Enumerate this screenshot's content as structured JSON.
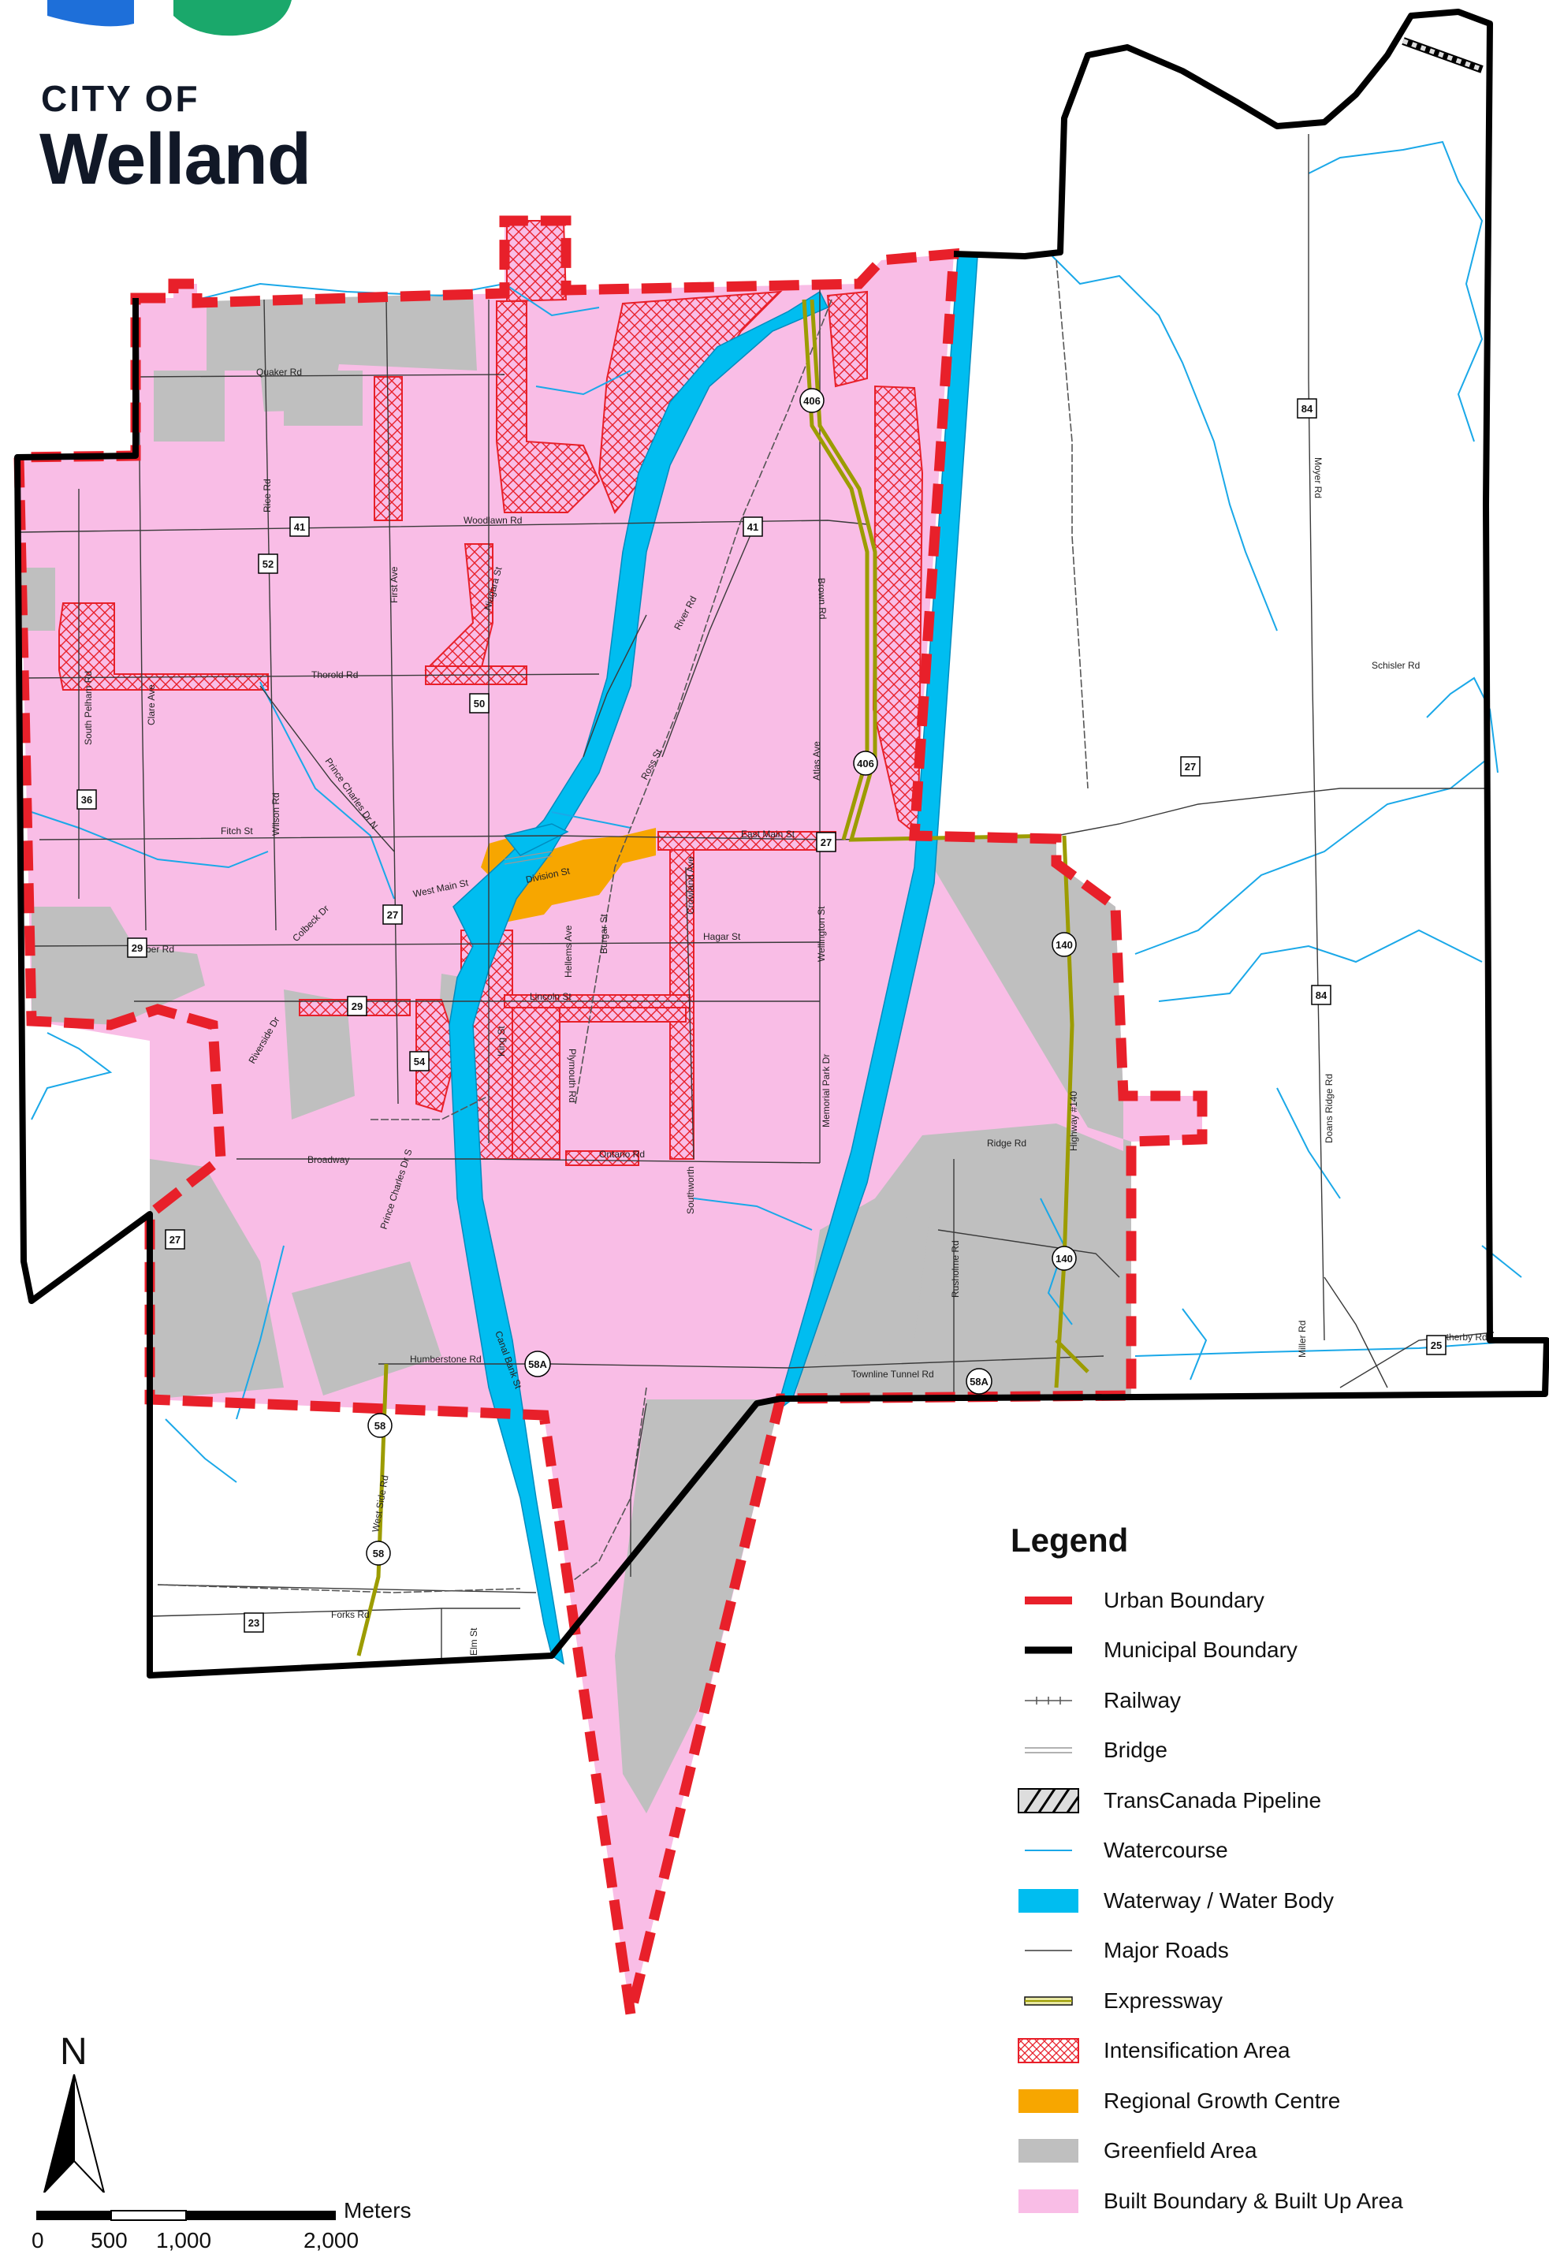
{
  "logo": {
    "city_of": "CITY OF",
    "name": "Welland"
  },
  "colors": {
    "urban_boundary": "#e8202a",
    "municipal_boundary": "#000000",
    "watercourse": "#1aa8e8",
    "waterway": "#00bdf0",
    "intensification": "#e8202a",
    "regional_growth_centre": "#f7a600",
    "greenfield": "#bfbfbf",
    "built_up": "#f9bde6"
  },
  "roads": {
    "quaker": "Quaker Rd",
    "rice": "Rice Rd",
    "woodlawn": "Woodlawn Rd",
    "first_ave": "First Ave",
    "niagara": "Niagara St",
    "thorold": "Thorold Rd",
    "south_pelham": "South Pelham Rd",
    "clare": "Clare Ave",
    "wilson": "Wilson Rd",
    "fitch": "Fitch St",
    "prince_charles_n": "Prince Charles Dr N",
    "colbeck": "Colbeck Dr",
    "west_main": "West Main St",
    "division": "Division St",
    "east_main": "East Main St",
    "aqueduct": "ber Rd",
    "lincoln": "Lincoln St",
    "king": "King St",
    "hellems": "Hellems Ave",
    "burgar": "Burgar St",
    "plymouth": "Plymouth Rd",
    "ontario": "Ontario Rd",
    "riverside": "Riverside Dr",
    "broadway": "Broadway",
    "prince_charles_s": "Prince Charles Dr S",
    "southworth": "Southworth",
    "memorial_park": "Memorial Park Dr",
    "wellington": "Wellington St",
    "river": "River Rd",
    "ross": "Ross St",
    "brown": "Brown Rd",
    "atlas": "Atlas Ave",
    "crowland": "Crowland Ave",
    "hagar": "Hagar St",
    "ridge": "Ridge Rd",
    "highway140": "Highway #140",
    "rusholme": "Rusholme Rd",
    "humberstone": "Humberstone Rd",
    "canal_bank": "Canal Bank St",
    "townline": "Townline Tunnel Rd",
    "west_side": "West Side Rd",
    "forks": "Forks Rd",
    "elm": "Elm St",
    "moyer": "Moyer Rd",
    "schisler": "Schisler Rd",
    "doans_ridge": "Doans Ridge Rd",
    "miller": "Miller Rd",
    "netherby": "etherby Rd"
  },
  "shields": {
    "r41": "41",
    "r52": "52",
    "r50": "50",
    "r36": "36",
    "r27": "27",
    "r29": "29",
    "r54": "54",
    "r406": "406",
    "r140": "140",
    "r84": "84",
    "r58": "58",
    "r58a": "58A",
    "r23": "23",
    "r25": "25"
  },
  "legend": {
    "title": "Legend",
    "items": [
      "Urban Boundary",
      "Municipal Boundary",
      "Railway",
      "Bridge",
      "TransCanada Pipeline",
      "Watercourse",
      "Waterway / Water Body",
      "Major Roads",
      "Expressway",
      "Intensification Area",
      "Regional Growth Centre",
      "Greenfield Area",
      "Built Boundary & Built Up Area"
    ]
  },
  "north_arrow": {
    "letter": "N"
  },
  "scale_bar": {
    "unit": "Meters",
    "ticks": [
      "0",
      "500",
      "1,000",
      "2,000"
    ]
  }
}
